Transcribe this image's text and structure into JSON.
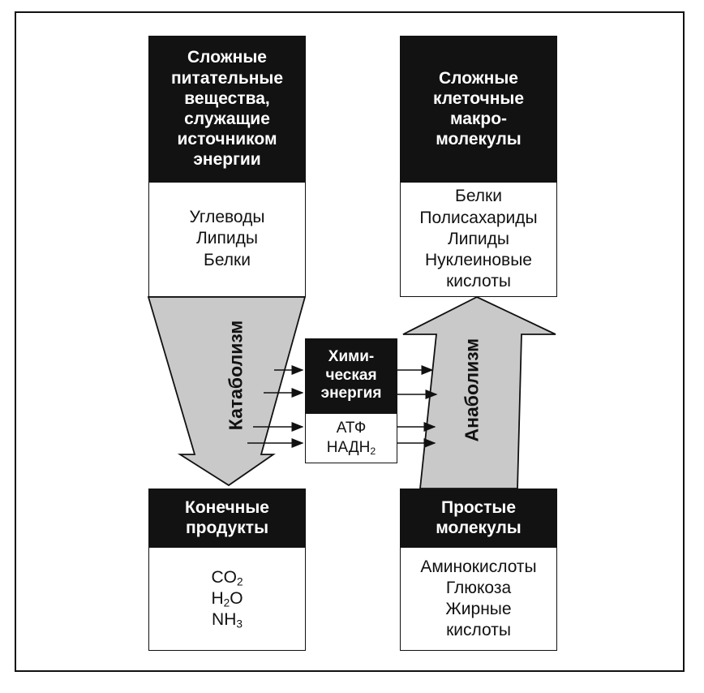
{
  "top_left": {
    "header_lines": [
      "Сложные",
      "питательные",
      "вещества,",
      "служащие",
      "источником",
      "энергии"
    ],
    "items": [
      "Углеводы",
      "Липиды",
      "Белки"
    ]
  },
  "top_right": {
    "header_lines": [
      "Сложные",
      "клеточные",
      "макро-",
      "молекулы"
    ],
    "items": [
      "Белки",
      "Полисахариды",
      "Липиды",
      "Нуклеиновые",
      "кислоты"
    ]
  },
  "center": {
    "header_lines": [
      "Хими-",
      "ческая",
      "энергия"
    ],
    "item_atp": "АТФ",
    "item_nadh": {
      "base": "НАДН",
      "sub": "2"
    }
  },
  "bottom_left": {
    "header_lines": [
      "Конечные",
      "продукты"
    ],
    "items": [
      {
        "base": "CO",
        "sub": "2",
        "tail": ""
      },
      {
        "base": "H",
        "sub": "2",
        "tail": "O"
      },
      {
        "base": "NH",
        "sub": "3",
        "tail": ""
      }
    ]
  },
  "bottom_right": {
    "header_lines": [
      "Простые",
      "молекулы"
    ],
    "items": [
      "Аминокислоты",
      "Глюкоза",
      "Жирные",
      "кислоты"
    ]
  },
  "arrows": {
    "catabolism_label": "Катаболизм",
    "anabolism_label": "Анаболизм"
  },
  "colors": {
    "dark_box": "#121212",
    "arrow_fill": "#c9c9c9",
    "line": "#111111"
  }
}
